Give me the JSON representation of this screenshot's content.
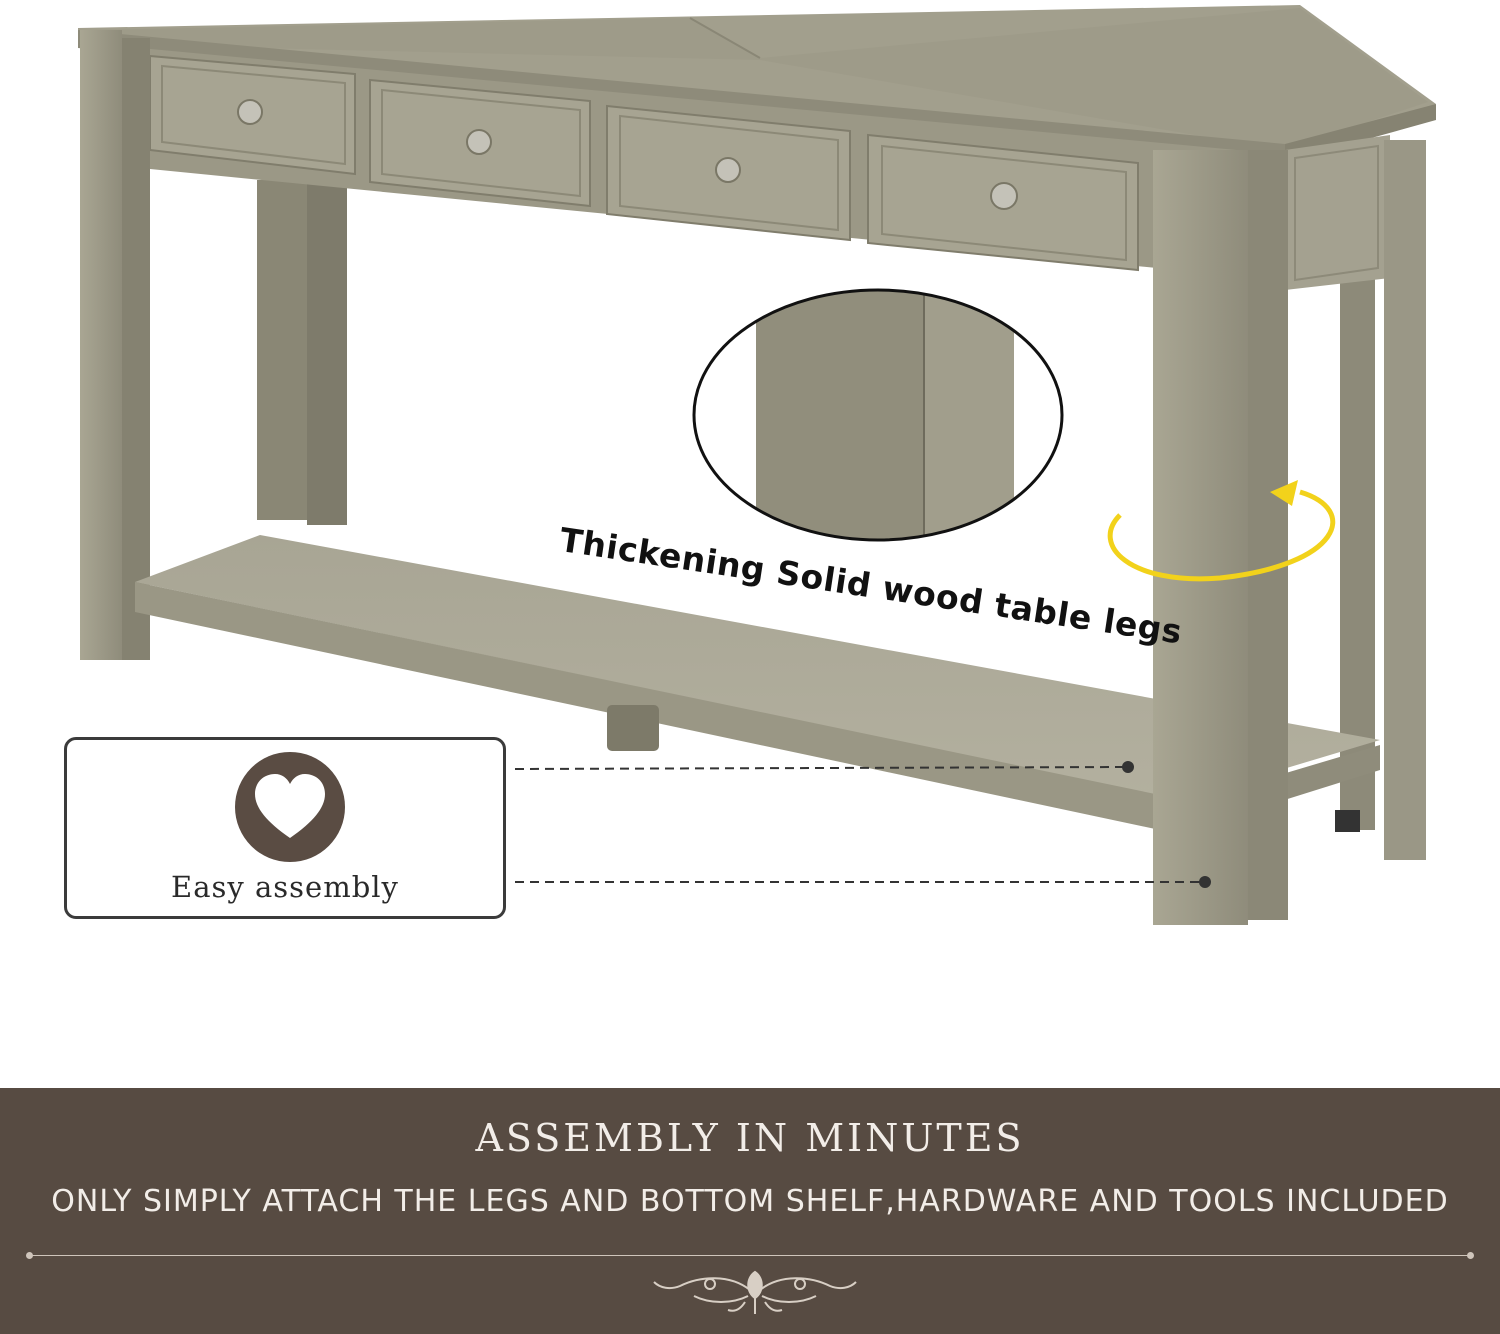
{
  "callout": {
    "text": "Thickening Solid wood table legs"
  },
  "feature": {
    "icon": "heart-icon",
    "label": "Easy assembly"
  },
  "banner": {
    "title": "ASSEMBLY IN MINUTES",
    "subtitle": "ONLY SIMPLY ATTACH THE LEGS AND BOTTOM SHELF,HARDWARE AND TOOLS INCLUDED",
    "ornament_icon": "floral-ornament-icon"
  },
  "colors": {
    "table": "#9d9a88",
    "banner_bg": "#574b42",
    "arrow": "#f2d21b",
    "icon_bg": "#5a4c43"
  }
}
